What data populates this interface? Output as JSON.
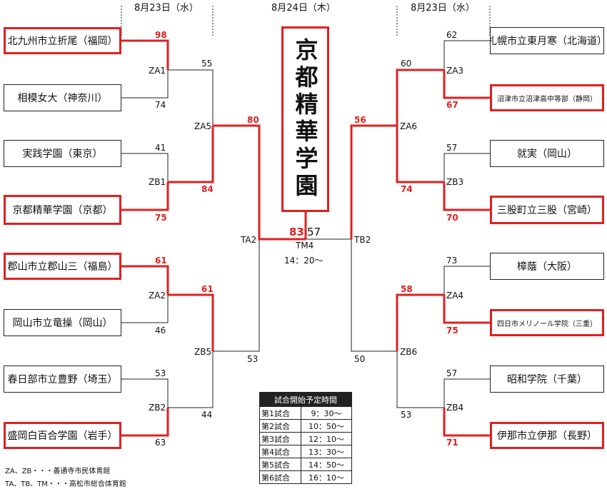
{
  "dates": {
    "left": "8月23日（水）",
    "center": "8月24日（木）",
    "right": "8月23日（水）"
  },
  "champion": "京都精華学園",
  "final": {
    "name": "TM4",
    "score_winner": "83",
    "score_loser": "57",
    "time": "14：20～"
  },
  "teams_left": [
    "北九州市立折尾（福岡）",
    "相模女大（神奈川）",
    "実践学園（東京）",
    "京都精華学園（京都）",
    "郡山市立郡山三（福島）",
    "岡山市立竜操（岡山）",
    "春日部市立豊野（埼玉）",
    "盛岡白百合学園（岩手）"
  ],
  "teams_right": [
    "札幌市立東月寒（北海道）",
    "沼津市立沼津高中等部（静岡）",
    "就実（岡山）",
    "三股町立三股（宮崎）",
    "樟蔭（大阪）",
    "四日市メリノール学院（三重）",
    "昭和学院（千葉）",
    "伊那市立伊那（長野）"
  ],
  "games": {
    "ZA1": "ZA1",
    "ZB1": "ZB1",
    "ZA2": "ZA2",
    "ZB2": "ZB2",
    "ZA5": "ZA5",
    "ZB5": "ZB5",
    "TA2": "TA2",
    "ZA3": "ZA3",
    "ZB3": "ZB3",
    "ZA4": "ZA4",
    "ZB4": "ZB4",
    "ZA6": "ZA6",
    "ZB6": "ZB6",
    "TB2": "TB2"
  },
  "scores": {
    "l1": "98",
    "l2": "74",
    "l3": "41",
    "l4": "75",
    "l5": "61",
    "l6": "46",
    "l7": "53",
    "l8": "63",
    "lza1": "55",
    "lzb1": "84",
    "lza2": "61",
    "lzb2": "44",
    "lza5": "80",
    "lzb5": "53",
    "r1": "62",
    "r2": "67",
    "r3": "57",
    "r4": "70",
    "r5": "73",
    "r6": "75",
    "r7": "57",
    "r8": "71",
    "rza3": "60",
    "rzb3": "74",
    "rza4": "58",
    "rzb4": "53",
    "rza6": "56",
    "rzb6": "50"
  },
  "schedule": {
    "title": "試合開始予定時間",
    "rows": [
      {
        "game": "第1試合",
        "time": "9：30～"
      },
      {
        "game": "第2試合",
        "time": "10：50～"
      },
      {
        "game": "第3試合",
        "time": "12：10～"
      },
      {
        "game": "第4試合",
        "time": "13：30～"
      },
      {
        "game": "第5試合",
        "time": "14：50～"
      },
      {
        "game": "第6試合",
        "time": "16：10～"
      }
    ]
  },
  "legend": [
    "ZA、ZB・・・善通寺市民体育館",
    "TA、TB、TM・・・高松市総合体育館"
  ],
  "colors": {
    "winner": "#e02020",
    "line": "#222222"
  }
}
